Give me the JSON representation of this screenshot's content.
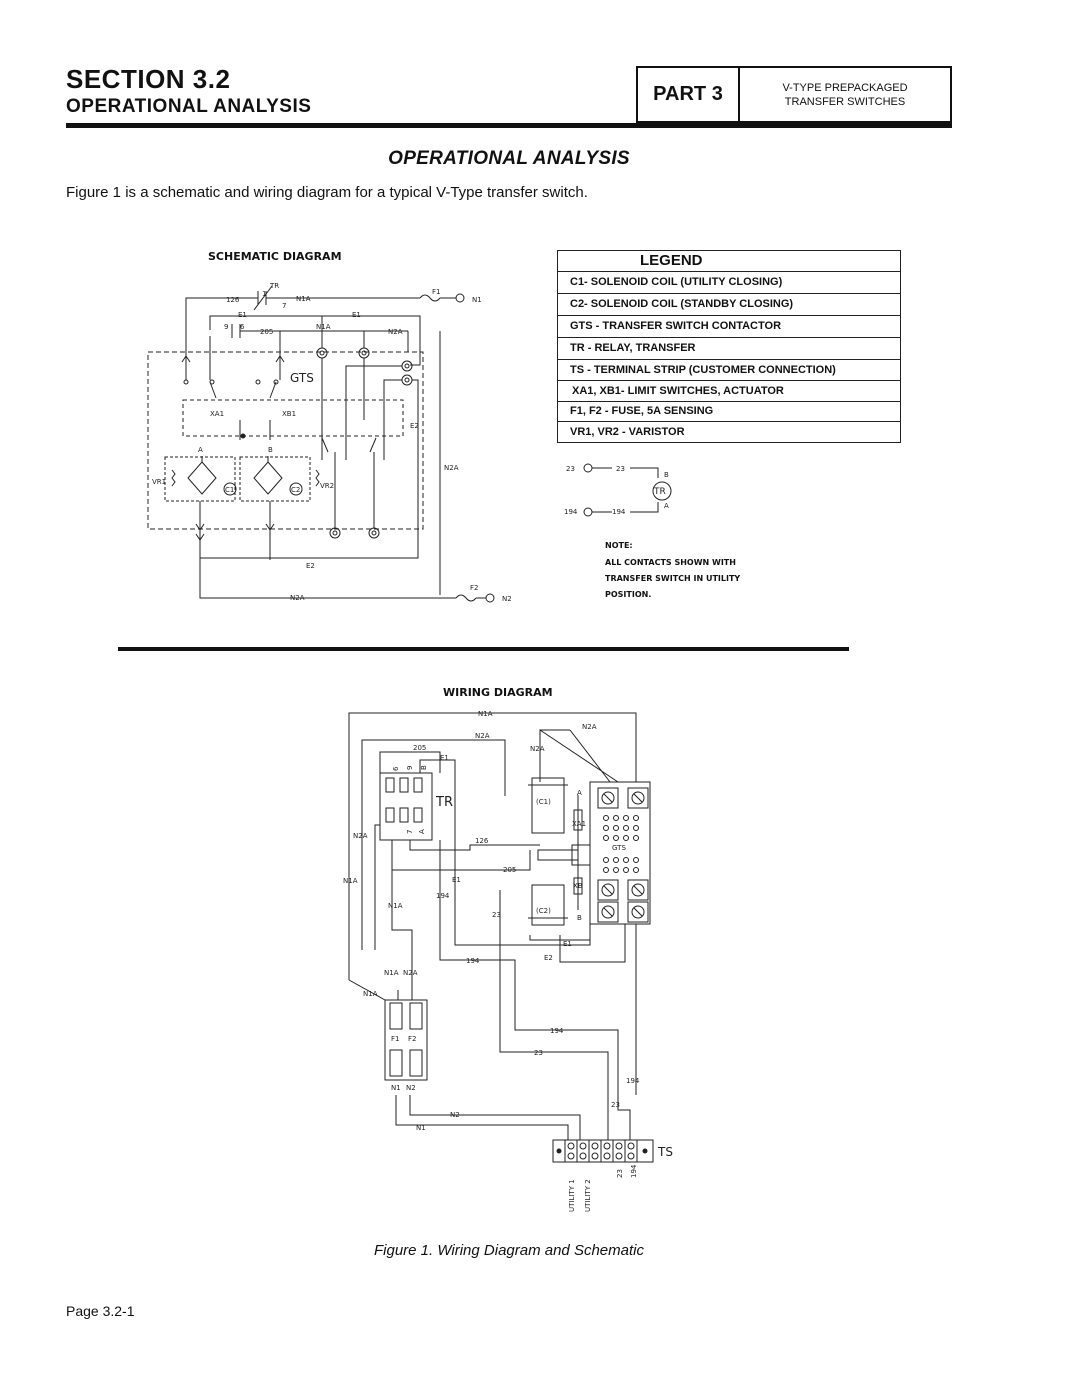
{
  "header": {
    "section": "SECTION 3.2",
    "subtitle": "OPERATIONAL ANALYSIS",
    "part": "PART 3",
    "product_line1": "V-TYPE  PREPACKAGED",
    "product_line2": "TRANSFER SWITCHES"
  },
  "main": {
    "heading": "OPERATIONAL ANALYSIS",
    "intro": "Figure 1 is a schematic and wiring diagram for a typical  V-Type  transfer switch."
  },
  "schematic": {
    "title": "SCHEMATIC DIAGRAM",
    "labels": {
      "tr": "TR",
      "w126": "126",
      "c1": "1",
      "c7": "7",
      "n1a_top": "N1A",
      "f1": "F1",
      "n1": "N1",
      "e1_left": "E1",
      "e1_right": "E1",
      "c9": "9",
      "c6": "6",
      "w205": "205",
      "n1a_mid": "N1A",
      "n2a_mid": "N2A",
      "gts": "GTS",
      "xa1": "XA1",
      "xb1": "XB1",
      "e2_right": "E2",
      "a": "A",
      "b": "B",
      "vr1": "VR1",
      "vr2": "VR2",
      "coil_c1": "C1",
      "coil_c2": "C2",
      "n2a_right": "N2A",
      "e2_bottom": "E2",
      "n2a_bottom": "N2A",
      "f2": "F2",
      "n2": "N2"
    }
  },
  "legend": {
    "title": "LEGEND",
    "items": [
      "C1- SOLENOID COIL (UTILITY CLOSING)",
      "C2- SOLENOID COIL (STANDBY CLOSING)",
      "GTS - TRANSFER SWITCH CONTACTOR",
      "TR - RELAY, TRANSFER",
      "TS - TERMINAL STRIP (CUSTOMER CONNECTION)",
      "XA1, XB1- LIMIT SWITCHES, ACTUATOR",
      "F1, F2 - FUSE, 5A SENSING",
      "VR1, VR2 - VARISTOR"
    ]
  },
  "relay_detail": {
    "w23_left": "23",
    "w23_right": "23",
    "w194_left": "194",
    "w194_right": "194",
    "b": "B",
    "a": "A",
    "tr": "TR"
  },
  "note": {
    "title": "NOTE:",
    "line1": "ALL CONTACTS SHOWN WITH",
    "line2": "TRANSFER SWITCH IN UTILITY",
    "line3": "POSITION."
  },
  "wiring": {
    "title": "WIRING DIAGRAM",
    "labels": {
      "n1a_top": "N1A",
      "n2a_top": "N2A",
      "n2a_left": "N2A",
      "n2a_mid": "N2A",
      "w205_top": "205",
      "e1_top": "E1",
      "p6": "6",
      "p9": "9",
      "pb": "B",
      "p7": "7",
      "pa": "A",
      "tr": "TR",
      "n2a_side": "N2A",
      "n1a_side": "N1A",
      "w126": "126",
      "w205": "205",
      "e1": "E1",
      "w194": "194",
      "n1a_inner": "N1A",
      "w23": "23",
      "c1": "(C1)",
      "c2": "(C2)",
      "xa1": "XA1",
      "xb": "XB",
      "ca": "A",
      "cb": "B",
      "gts": "GTS",
      "e1_bot": "E1",
      "e2_bot": "E2",
      "w194_mid": "194",
      "n1a_f": "N1A",
      "n2a_f": "N2A",
      "n1a_f2": "N1A",
      "f1": "F1",
      "f2": "F2",
      "n1": "N1",
      "n2": "N2",
      "w194_b": "194",
      "w23_b": "23",
      "w194_c": "194",
      "w23_c": "23",
      "n2_b": "N2",
      "n1_b": "N1",
      "ts": "TS",
      "t_utility1": "UTILITY 1",
      "t_utility2": "UTILITY 2",
      "t23": "23",
      "t194": "194"
    }
  },
  "figure_caption": "Figure 1. Wiring Diagram and Schematic",
  "footer": {
    "page": "Page 3.2-1"
  }
}
